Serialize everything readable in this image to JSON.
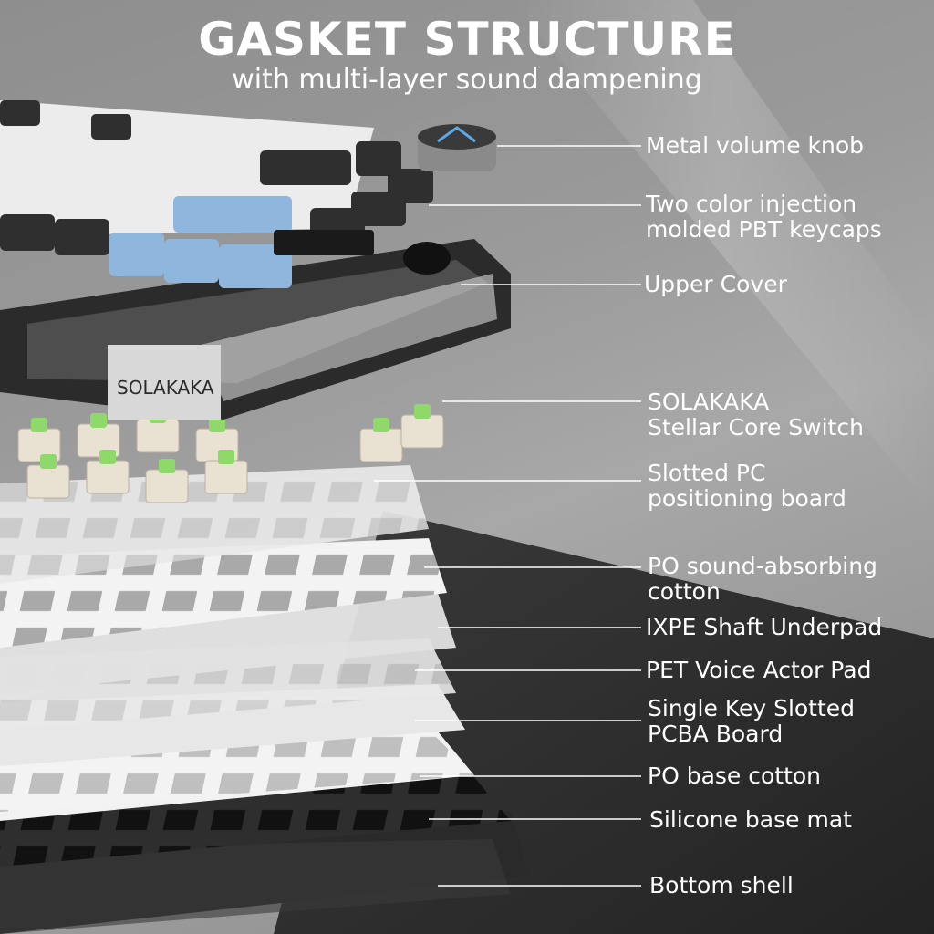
{
  "title": "GASKET STRUCTURE",
  "subtitle": "with multi-layer sound dampening",
  "brand_plate": "SOLAKAKA",
  "labels": [
    {
      "lines": [
        "Metal volume knob"
      ]
    },
    {
      "lines": [
        "Two color injection",
        "molded PBT keycaps"
      ]
    },
    {
      "lines": [
        "Upper Cover"
      ]
    },
    {
      "lines": [
        "SOLAKAKA",
        "Stellar Core Switch"
      ]
    },
    {
      "lines": [
        "Slotted PC",
        "positioning board"
      ]
    },
    {
      "lines": [
        "PO sound-absorbing",
        "cotton"
      ]
    },
    {
      "lines": [
        "IXPE Shaft Underpad"
      ]
    },
    {
      "lines": [
        "PET Voice Actor Pad"
      ]
    },
    {
      "lines": [
        "Single Key Slotted",
        "PCBA Board"
      ]
    },
    {
      "lines": [
        "PO base cotton"
      ]
    },
    {
      "lines": [
        "Silicone base mat"
      ]
    },
    {
      "lines": [
        "Bottom shell"
      ]
    }
  ],
  "colors": {
    "accent_blue": "#8fb6dc",
    "switch_green": "#8fd86a",
    "case_dark": "#2b2b2b",
    "label_text": "#ffffff"
  }
}
